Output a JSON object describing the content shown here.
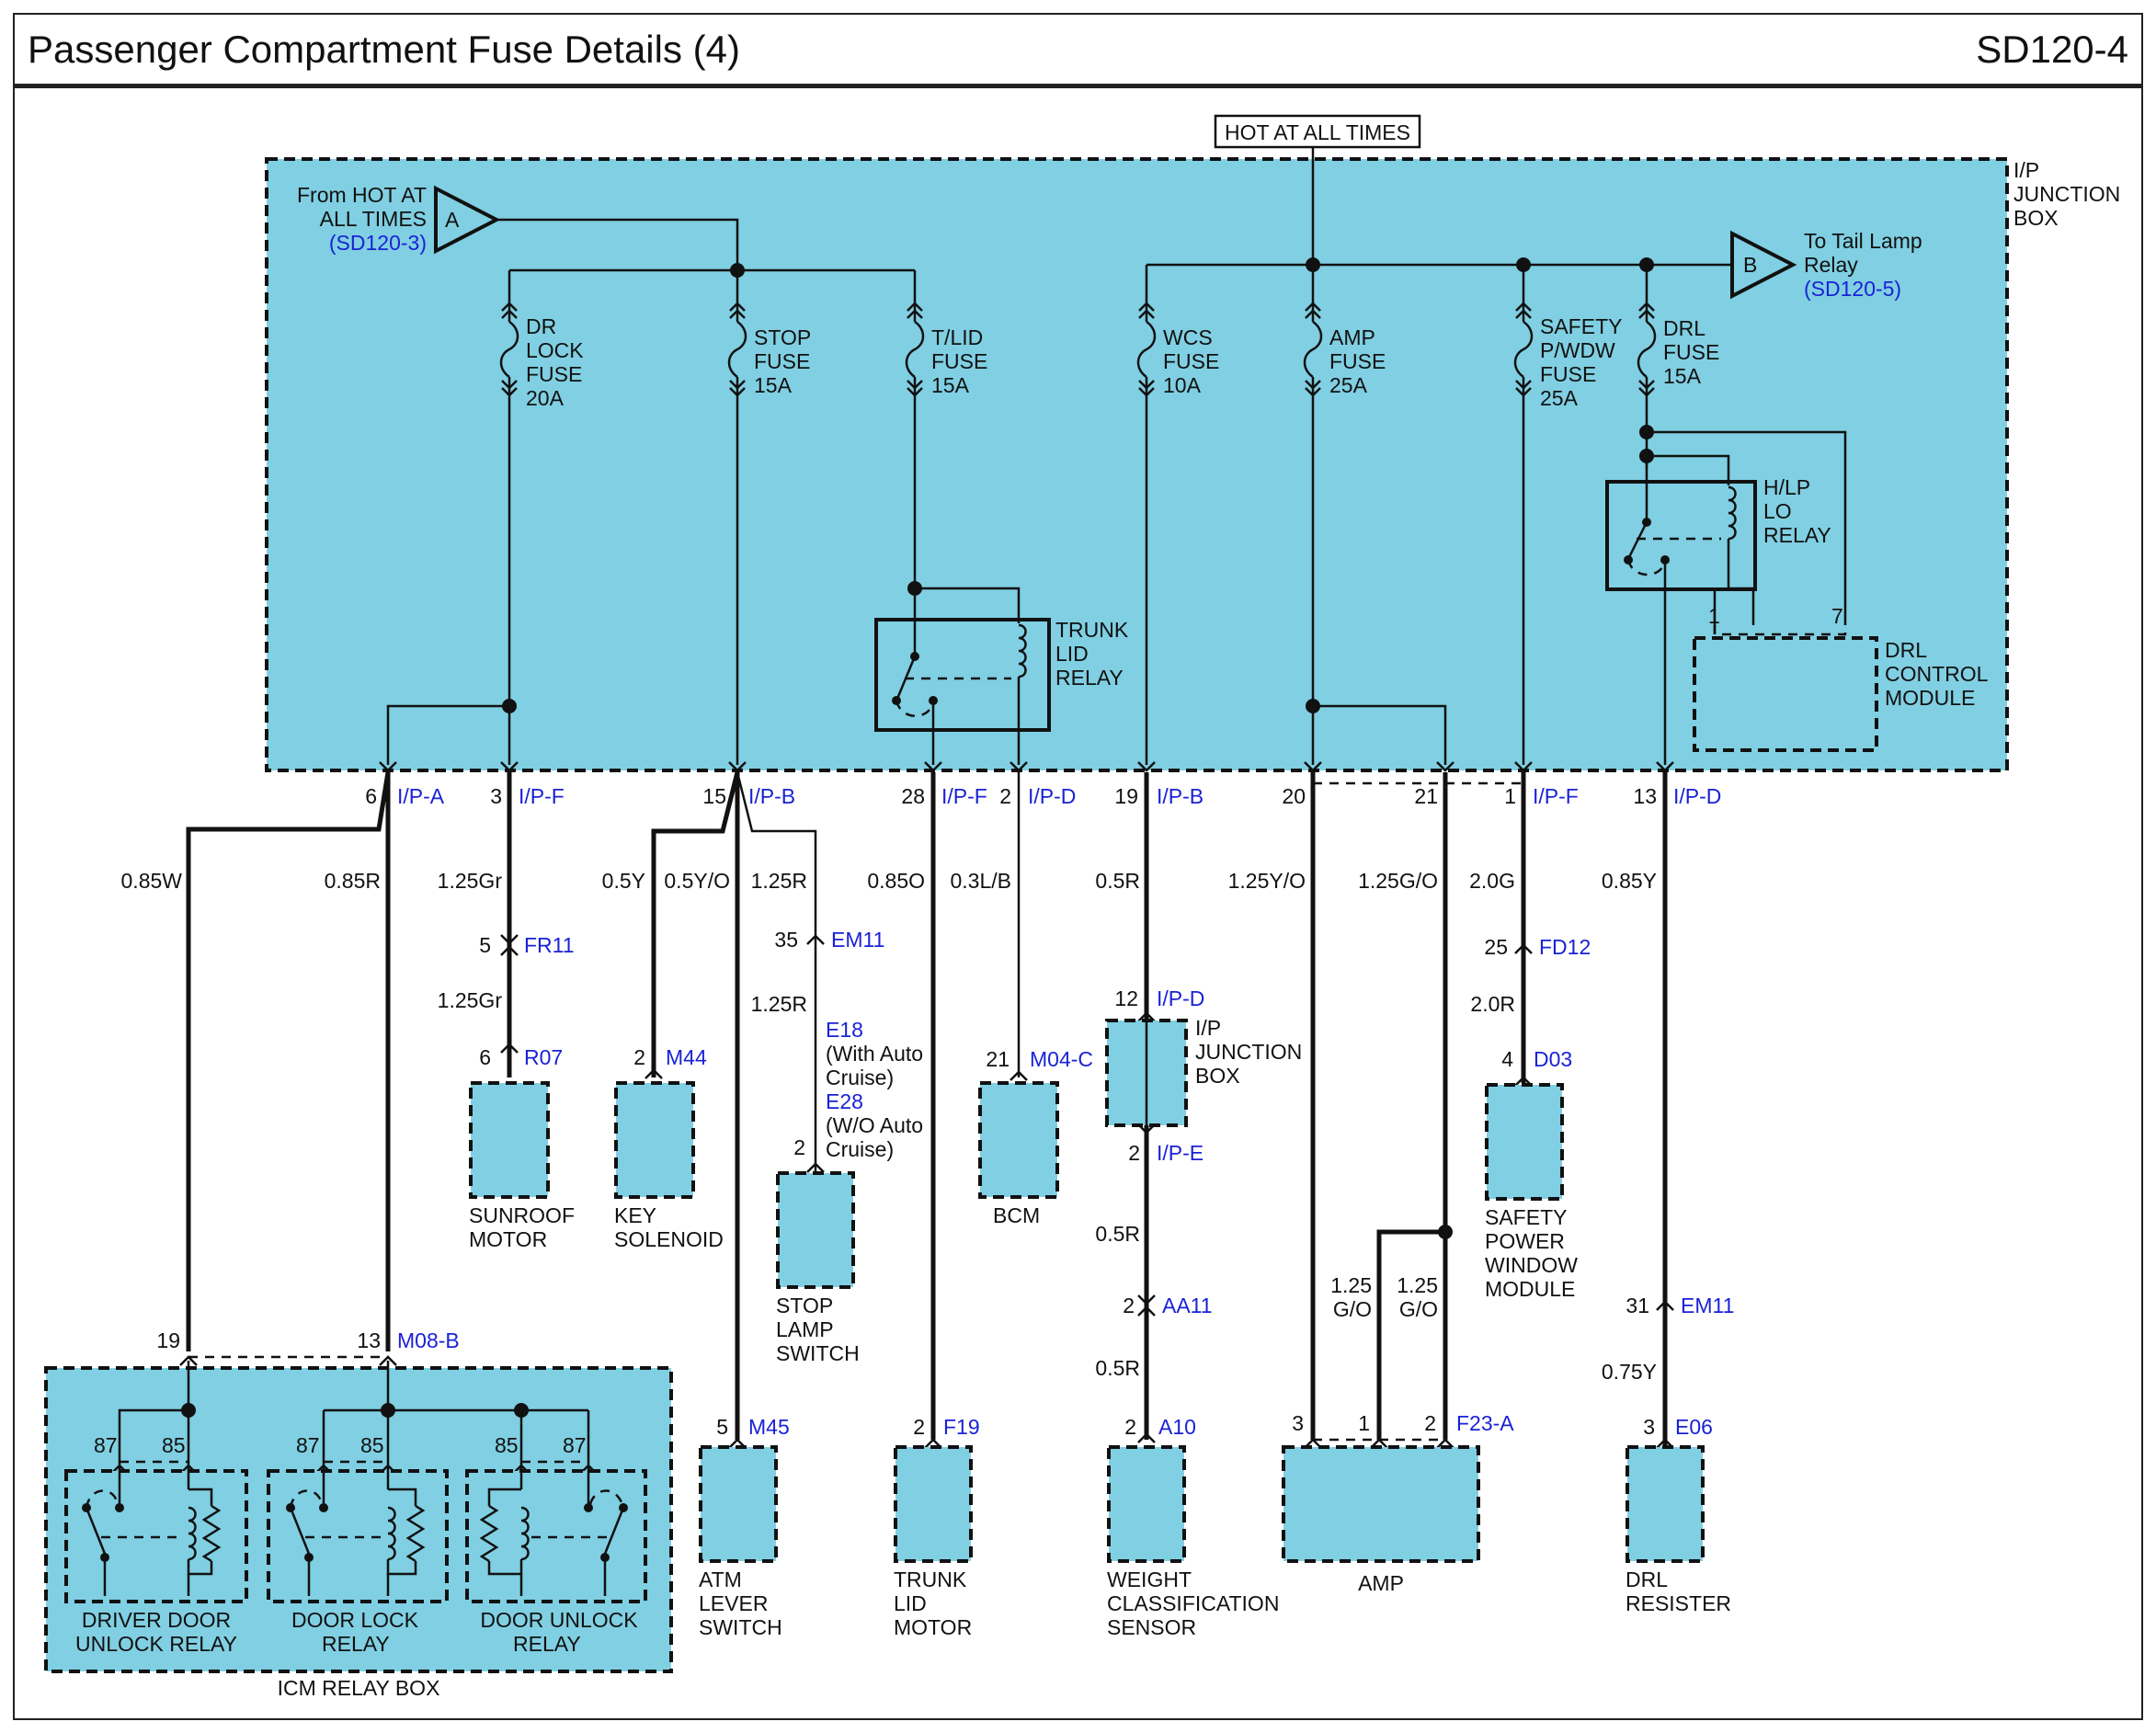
{
  "header": {
    "title": "Passenger Compartment Fuse Details (4)",
    "code": "SD120-4"
  },
  "junction_box": {
    "label": [
      "I/P",
      "JUNCTION",
      "BOX"
    ],
    "hot_label": "HOT AT ALL TIMES"
  },
  "connector_a": {
    "letter": "A",
    "text": [
      "From HOT AT",
      "ALL TIMES"
    ],
    "ref": "(SD120-3)"
  },
  "connector_b": {
    "letter": "B",
    "text": [
      "To Tail Lamp",
      "Relay"
    ],
    "ref": "(SD120-5)"
  },
  "fuses": {
    "dr_lock": [
      "DR",
      "LOCK",
      "FUSE",
      "20A"
    ],
    "stop": [
      "STOP",
      "FUSE",
      "15A"
    ],
    "tlid": [
      "T/LID",
      "FUSE",
      "15A"
    ],
    "wcs": [
      "WCS",
      "FUSE",
      "10A"
    ],
    "amp": [
      "AMP",
      "FUSE",
      "25A"
    ],
    "safety": [
      "SAFETY",
      "P/WDW",
      "FUSE",
      "25A"
    ],
    "drl": [
      "DRL",
      "FUSE",
      "15A"
    ]
  },
  "relays": {
    "trunk": [
      "TRUNK",
      "LID",
      "RELAY"
    ],
    "hlp": [
      "H/LP",
      "LO",
      "RELAY"
    ],
    "drl_module": [
      "DRL",
      "CONTROL",
      "MODULE"
    ]
  },
  "drl_pins": {
    "a": "1",
    "b": "7"
  },
  "jb_pins": {
    "p6": "6",
    "p3": "3",
    "p15": "15",
    "p28": "28",
    "p2": "2",
    "p19": "19",
    "p20": "20",
    "p21": "21",
    "p1": "1",
    "p13": "13",
    "ipa": "I/P-A",
    "ipf1": "I/P-F",
    "ipb1": "I/P-B",
    "ipf2": "I/P-F",
    "ipd1": "I/P-D",
    "ipb2": "I/P-B",
    "ipf3": "I/P-F",
    "ipd2": "I/P-D"
  },
  "wires": {
    "w085w": "0.85W",
    "w085r": "0.85R",
    "w125gr1": "1.25Gr",
    "w125gr2": "1.25Gr",
    "w05y": "0.5Y",
    "w05yo": "0.5Y/O",
    "w125r1": "1.25R",
    "w125r2": "1.25R",
    "w085o": "0.85O",
    "w03lb": "0.3L/B",
    "w05r1": "0.5R",
    "w05r2": "0.5R",
    "w05r3": "0.5R",
    "w125yo": "1.25Y/O",
    "w125go": "1.25G/O",
    "w125go_a": [
      "1.25",
      "G/O"
    ],
    "w125go_b": [
      "1.25",
      "G/O"
    ],
    "w20g": "2.0G",
    "w20r": "2.0R",
    "w085y": "0.85Y",
    "w075y": "0.75Y"
  },
  "connectors": {
    "fr11": {
      "pin": "5",
      "id": "FR11"
    },
    "r07": {
      "pin": "6",
      "id": "R07"
    },
    "m44": {
      "pin": "2",
      "id": "M44"
    },
    "em11a": {
      "pin": "35",
      "id": "EM11"
    },
    "e18": {
      "pin": "2",
      "lines": [
        "E18",
        "(With Auto",
        "Cruise)",
        "E28",
        "(W/O Auto",
        "Cruise)"
      ]
    },
    "m04c": {
      "pin": "21",
      "id": "M04-C"
    },
    "ipd_in": {
      "pin": "12",
      "id": "I/P-D"
    },
    "ipe": {
      "pin": "2",
      "id": "I/P-E"
    },
    "aa11": {
      "pin": "2",
      "id": "AA11"
    },
    "a10": {
      "pin": "2",
      "id": "A10"
    },
    "fd12": {
      "pin": "25",
      "id": "FD12"
    },
    "d03": {
      "pin": "4",
      "id": "D03"
    },
    "em11b": {
      "pin": "31",
      "id": "EM11"
    },
    "e06": {
      "pin": "3",
      "id": "E06"
    },
    "m45": {
      "pin": "5",
      "id": "M45"
    },
    "f19": {
      "pin": "2",
      "id": "F19"
    },
    "f23a": {
      "p3": "3",
      "p1": "1",
      "p2": "2",
      "id": "F23-A"
    },
    "m08b": {
      "p19": "19",
      "p13": "13",
      "id": "M08-B"
    }
  },
  "small_jb": [
    "I/P",
    "JUNCTION",
    "BOX"
  ],
  "components": {
    "sunroof": [
      "SUNROOF",
      "MOTOR"
    ],
    "key": [
      "KEY",
      "SOLENOID"
    ],
    "stop_lamp": [
      "STOP",
      "LAMP",
      "SWITCH"
    ],
    "bcm": [
      "BCM"
    ],
    "safety_module": [
      "SAFETY",
      "POWER",
      "WINDOW",
      "MODULE"
    ],
    "atm": [
      "ATM",
      "LEVER",
      "SWITCH"
    ],
    "trunk_motor": [
      "TRUNK",
      "LID",
      "MOTOR"
    ],
    "weight": [
      "WEIGHT",
      "CLASSIFICATION",
      "SENSOR"
    ],
    "amp": [
      "AMP"
    ],
    "drl_resister": [
      "DRL",
      "RESISTER"
    ]
  },
  "icm": {
    "box_label": "ICM RELAY BOX",
    "relay1": [
      "DRIVER DOOR",
      "UNLOCK RELAY"
    ],
    "relay2": [
      "DOOR LOCK",
      "RELAY"
    ],
    "relay3": [
      "DOOR UNLOCK",
      "RELAY"
    ],
    "pins": {
      "a": "87",
      "b": "85",
      "c": "87",
      "d": "85",
      "e": "85",
      "f": "87"
    }
  }
}
